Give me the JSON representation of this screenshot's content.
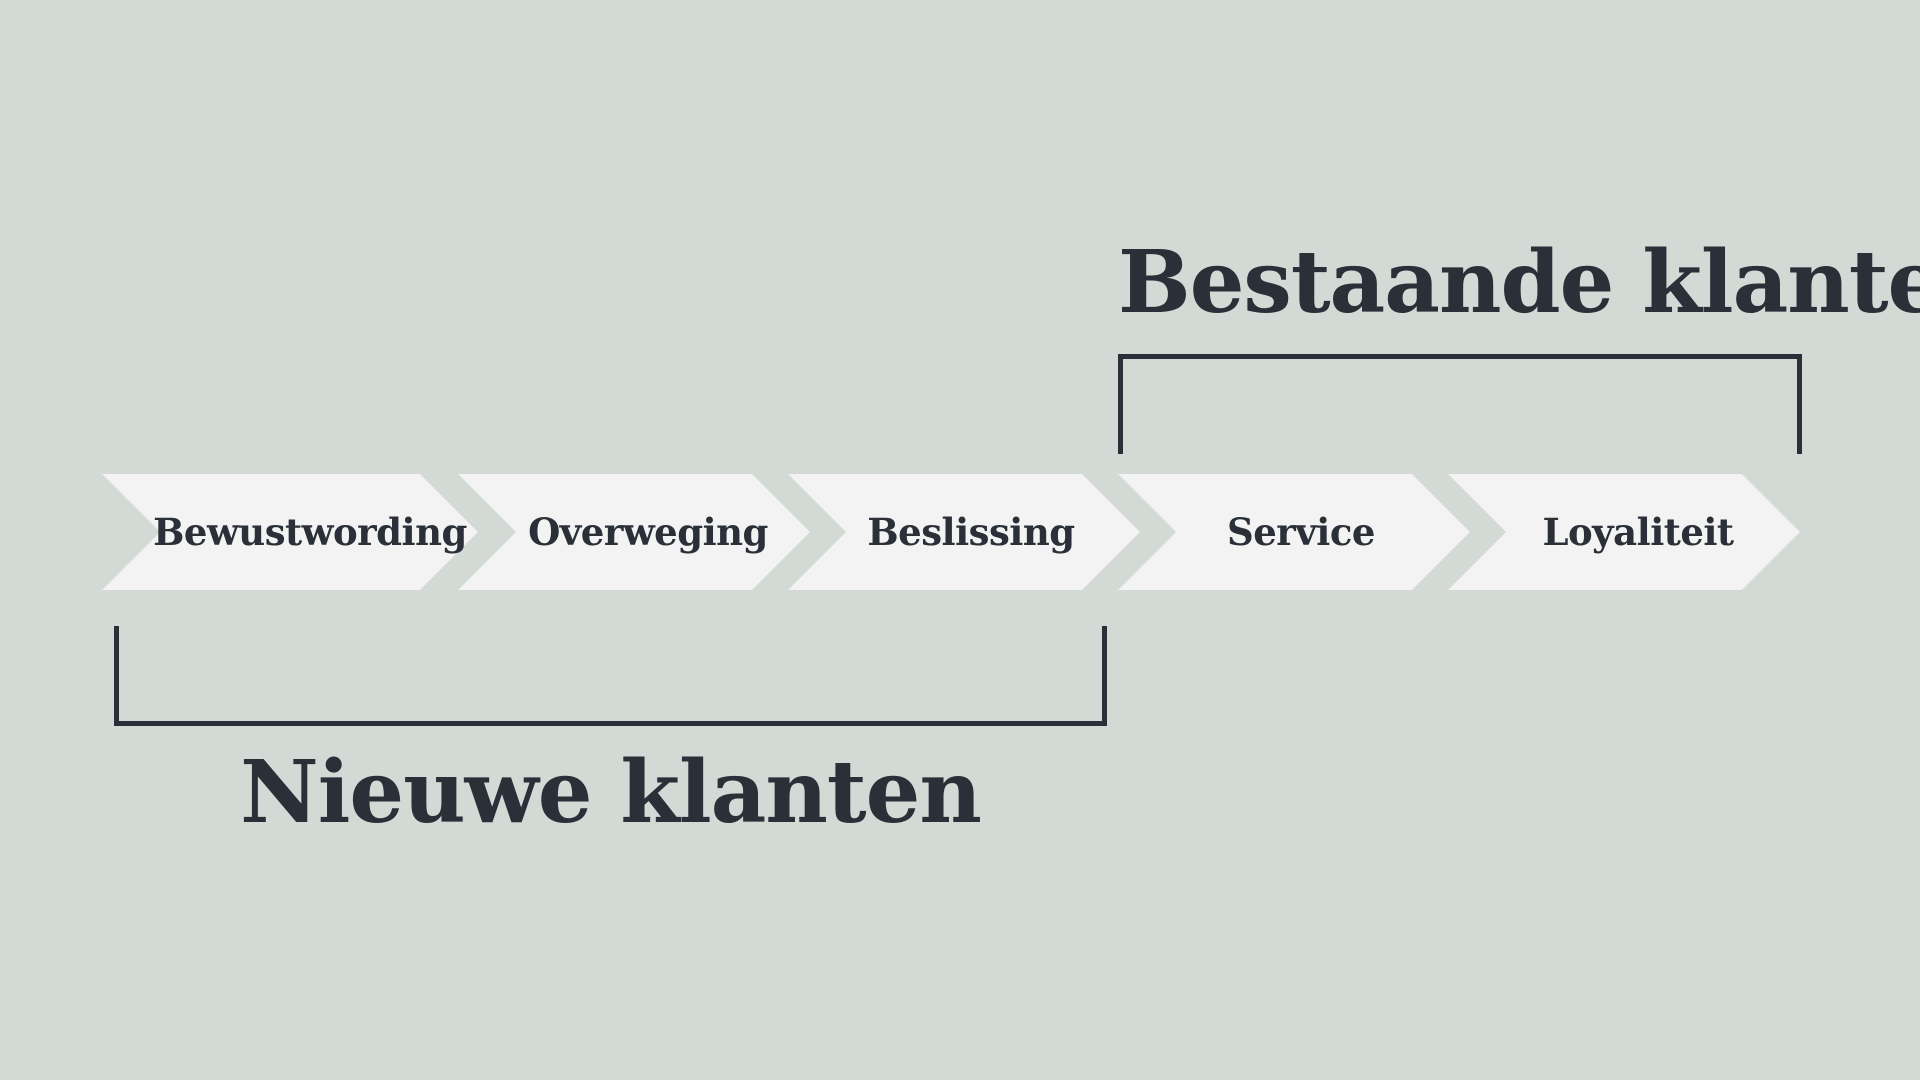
{
  "diagram": {
    "steps": [
      {
        "label": "Bewustwording"
      },
      {
        "label": "Overweging"
      },
      {
        "label": "Beslissing"
      },
      {
        "label": "Service"
      },
      {
        "label": "Loyaliteit"
      }
    ],
    "groups": {
      "existing": {
        "title": "Bestaande klanten"
      },
      "new": {
        "title": "Nieuwe klanten"
      }
    }
  },
  "colors": {
    "background": "#d3d9d5",
    "chevron_fill": "#f2f3f2",
    "ink": "#2a2f38"
  }
}
